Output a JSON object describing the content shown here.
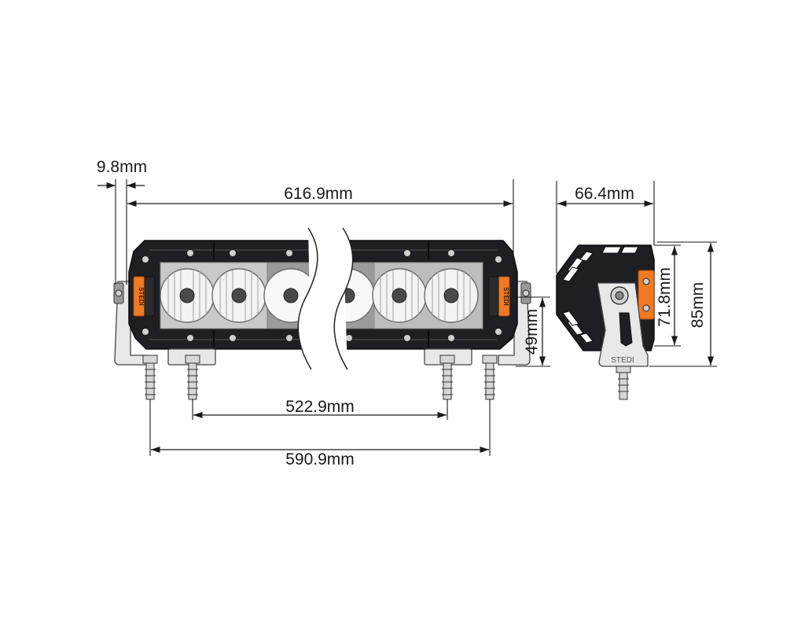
{
  "dimensions": {
    "bracket_offset": "9.8mm",
    "overall_length": "616.9mm",
    "depth": "66.4mm",
    "inner_bolt_spacing": "522.9mm",
    "outer_bolt_spacing": "590.9mm",
    "bracket_height": "49mm",
    "body_height": "71.8mm",
    "overall_height": "85mm"
  },
  "brand": {
    "logo_text": "STEDI"
  },
  "colors": {
    "housing": "#1e1f22",
    "accent": "#f07a22",
    "lens": "#c9c9c9",
    "bracket": "#e8e8e8",
    "line": "#1a1a1a"
  },
  "icons": {
    "arrowhead": "dimension-arrow-icon",
    "screw": "screw-icon",
    "bolt": "mounting-bolt-icon"
  }
}
